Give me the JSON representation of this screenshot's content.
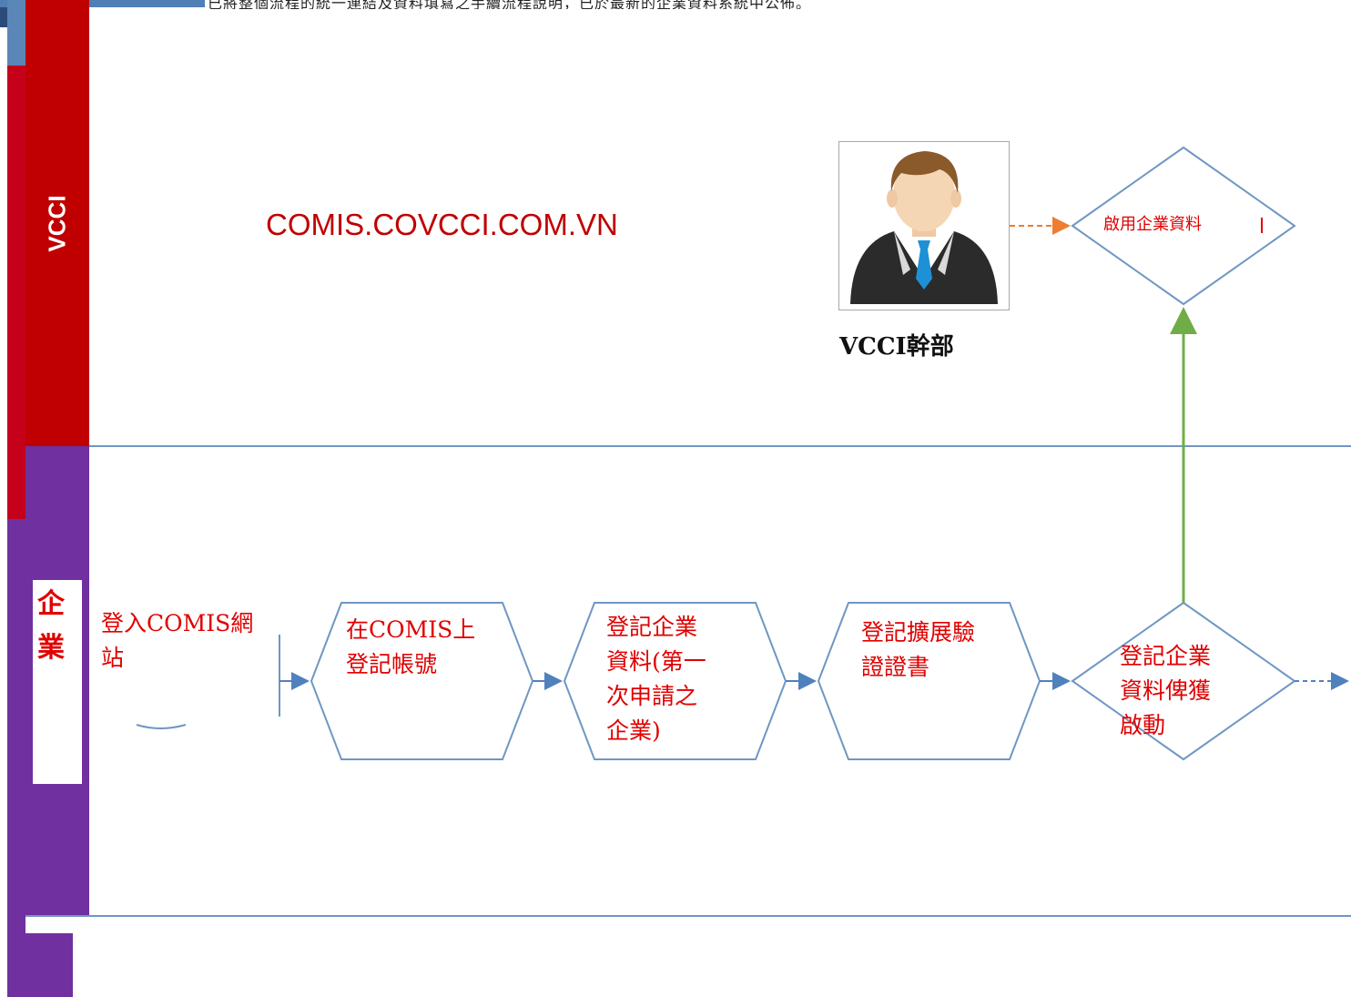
{
  "top_text": "已將整個流程的統一連結及資料填寫之手續流程說明，已於最新的企業資料系統中公佈。",
  "lanes": {
    "vcci_label": "VCCI",
    "business_label": "企業"
  },
  "website": "COMIS.COVCCI.COM.VN",
  "staff": {
    "caption": "VCCI幹部",
    "icon": "person-avatar-icon"
  },
  "nodes": {
    "login": "登入COMIS網\n站",
    "register_account": "在COMIS上\n登記帳號",
    "register_company": "登記企業\n資料(第一\n次申請之\n企業)",
    "register_cert": "登記擴展驗\n證證書",
    "decision_activated": "登記企業\n資料俾獲\n啟動",
    "enable_company_info": "啟用企業資料"
  },
  "colors": {
    "vcci_lane": "#c00000",
    "business_lane": "#7030a0",
    "shape_stroke": "#6f96c4",
    "text_red": "#e00000",
    "activation_arrow": "#70ad47",
    "staff_arrow": "#ed7d31"
  }
}
